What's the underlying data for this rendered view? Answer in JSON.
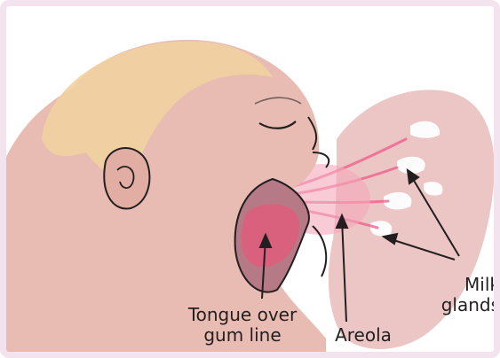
{
  "labels": {
    "tongue": [
      "Tongue over",
      "gum line"
    ],
    "areola": "Areola",
    "milk_glands": [
      "Milk",
      "glands"
    ]
  },
  "colors": {
    "skin": "#e8bcb2",
    "skin_shadow": "#d79f97",
    "hair": "#f1d2a0",
    "breast": "#ebc6c4",
    "tongue": "#d9617e",
    "milk_duct": "#f05b8a",
    "outline": "#231f20",
    "frame": "#f3e3ef"
  }
}
